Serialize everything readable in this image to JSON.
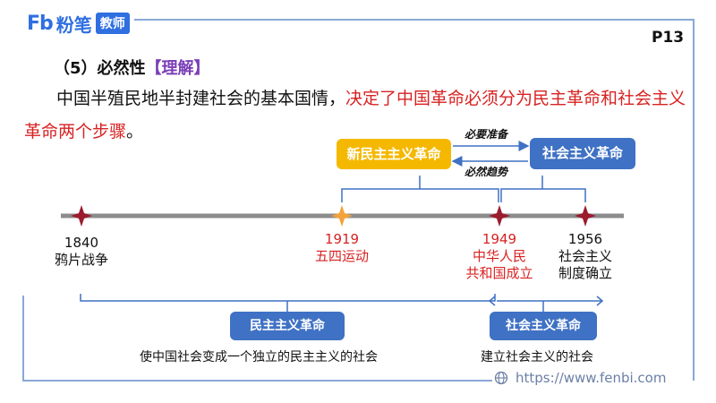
{
  "header": {
    "logo_mark": "Fb",
    "brand": "粉笔",
    "badge": "教师",
    "page": "P13"
  },
  "section": {
    "number": "（5）必然性",
    "tag": "【理解】"
  },
  "paragraph": {
    "normal": "中国半殖民地半封建社会的基本国情，",
    "highlight": "决定了中国革命必须分为民主革命和社会主义革命两个步骤",
    "end": "。"
  },
  "stages": {
    "new_democratic": "新民主主义革命",
    "socialist": "社会主义革命",
    "top_arrow": "必要准备",
    "bottom_arrow": "必然趋势"
  },
  "timeline": [
    {
      "year": "1840",
      "label": "鸦片战争",
      "highlight": false
    },
    {
      "year": "1919",
      "label": "五四运动",
      "highlight": true
    },
    {
      "year": "1949",
      "label_lines": [
        "中华人民",
        "共和国成立"
      ],
      "highlight": true
    },
    {
      "year": "1956",
      "label_lines": [
        "社会主义",
        "制度确立"
      ],
      "highlight": false
    }
  ],
  "bottom": {
    "left_box": "民主主义革命",
    "right_box": "社会主义革命",
    "left_caption": "使中国社会变成一个独立的民主主义的社会",
    "right_caption": "建立社会主义的社会"
  },
  "footer": {
    "url": "https://www.fenbi.com"
  },
  "colors": {
    "accent_blue": "#3f71c4",
    "accent_yellow": "#f5b800",
    "highlight_red": "#d82222",
    "tag_purple": "#7a3fb7"
  }
}
